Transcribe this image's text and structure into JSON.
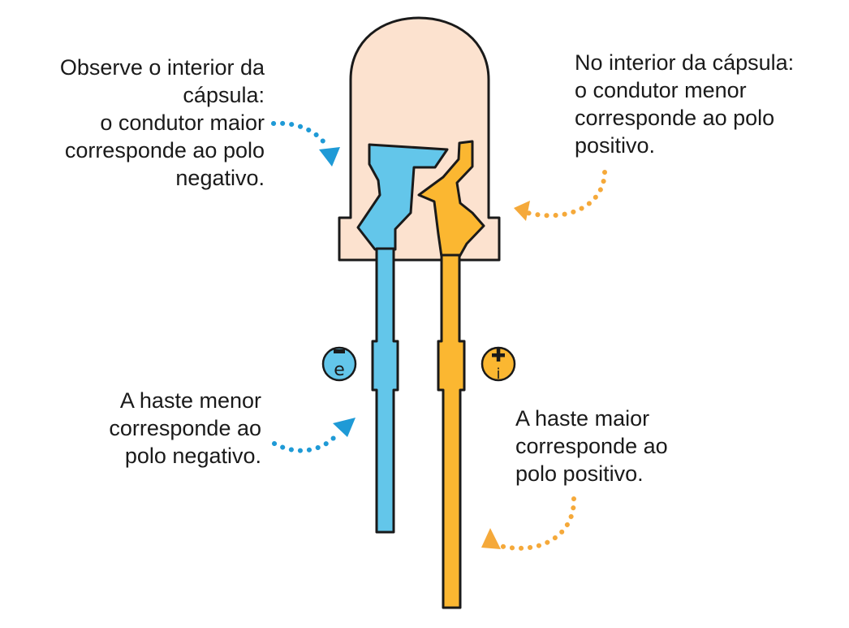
{
  "colors": {
    "capsule_fill": "#FCE2CF",
    "outline": "#1A1A1A",
    "negative": "#63C6EA",
    "positive": "#FBB731",
    "arrow_blue": "#1F9AD6",
    "arrow_orange": "#F5A93A"
  },
  "captions": {
    "top_left": "Observe o interior da\ncápsula:\no condutor maior\ncorresponde ao polo\nnegativo.",
    "top_right": "No interior da cápsula:\no condutor menor\ncorresponde ao polo\npositivo.",
    "bottom_left": "A haste menor\ncorresponde ao\npolo negativo.",
    "bottom_right": "A haste maior\ncorresponde ao\npolo positivo."
  },
  "badges": {
    "negative_sign": "−",
    "negative_symbol": "e",
    "positive_sign": "+",
    "positive_symbol": "i"
  }
}
